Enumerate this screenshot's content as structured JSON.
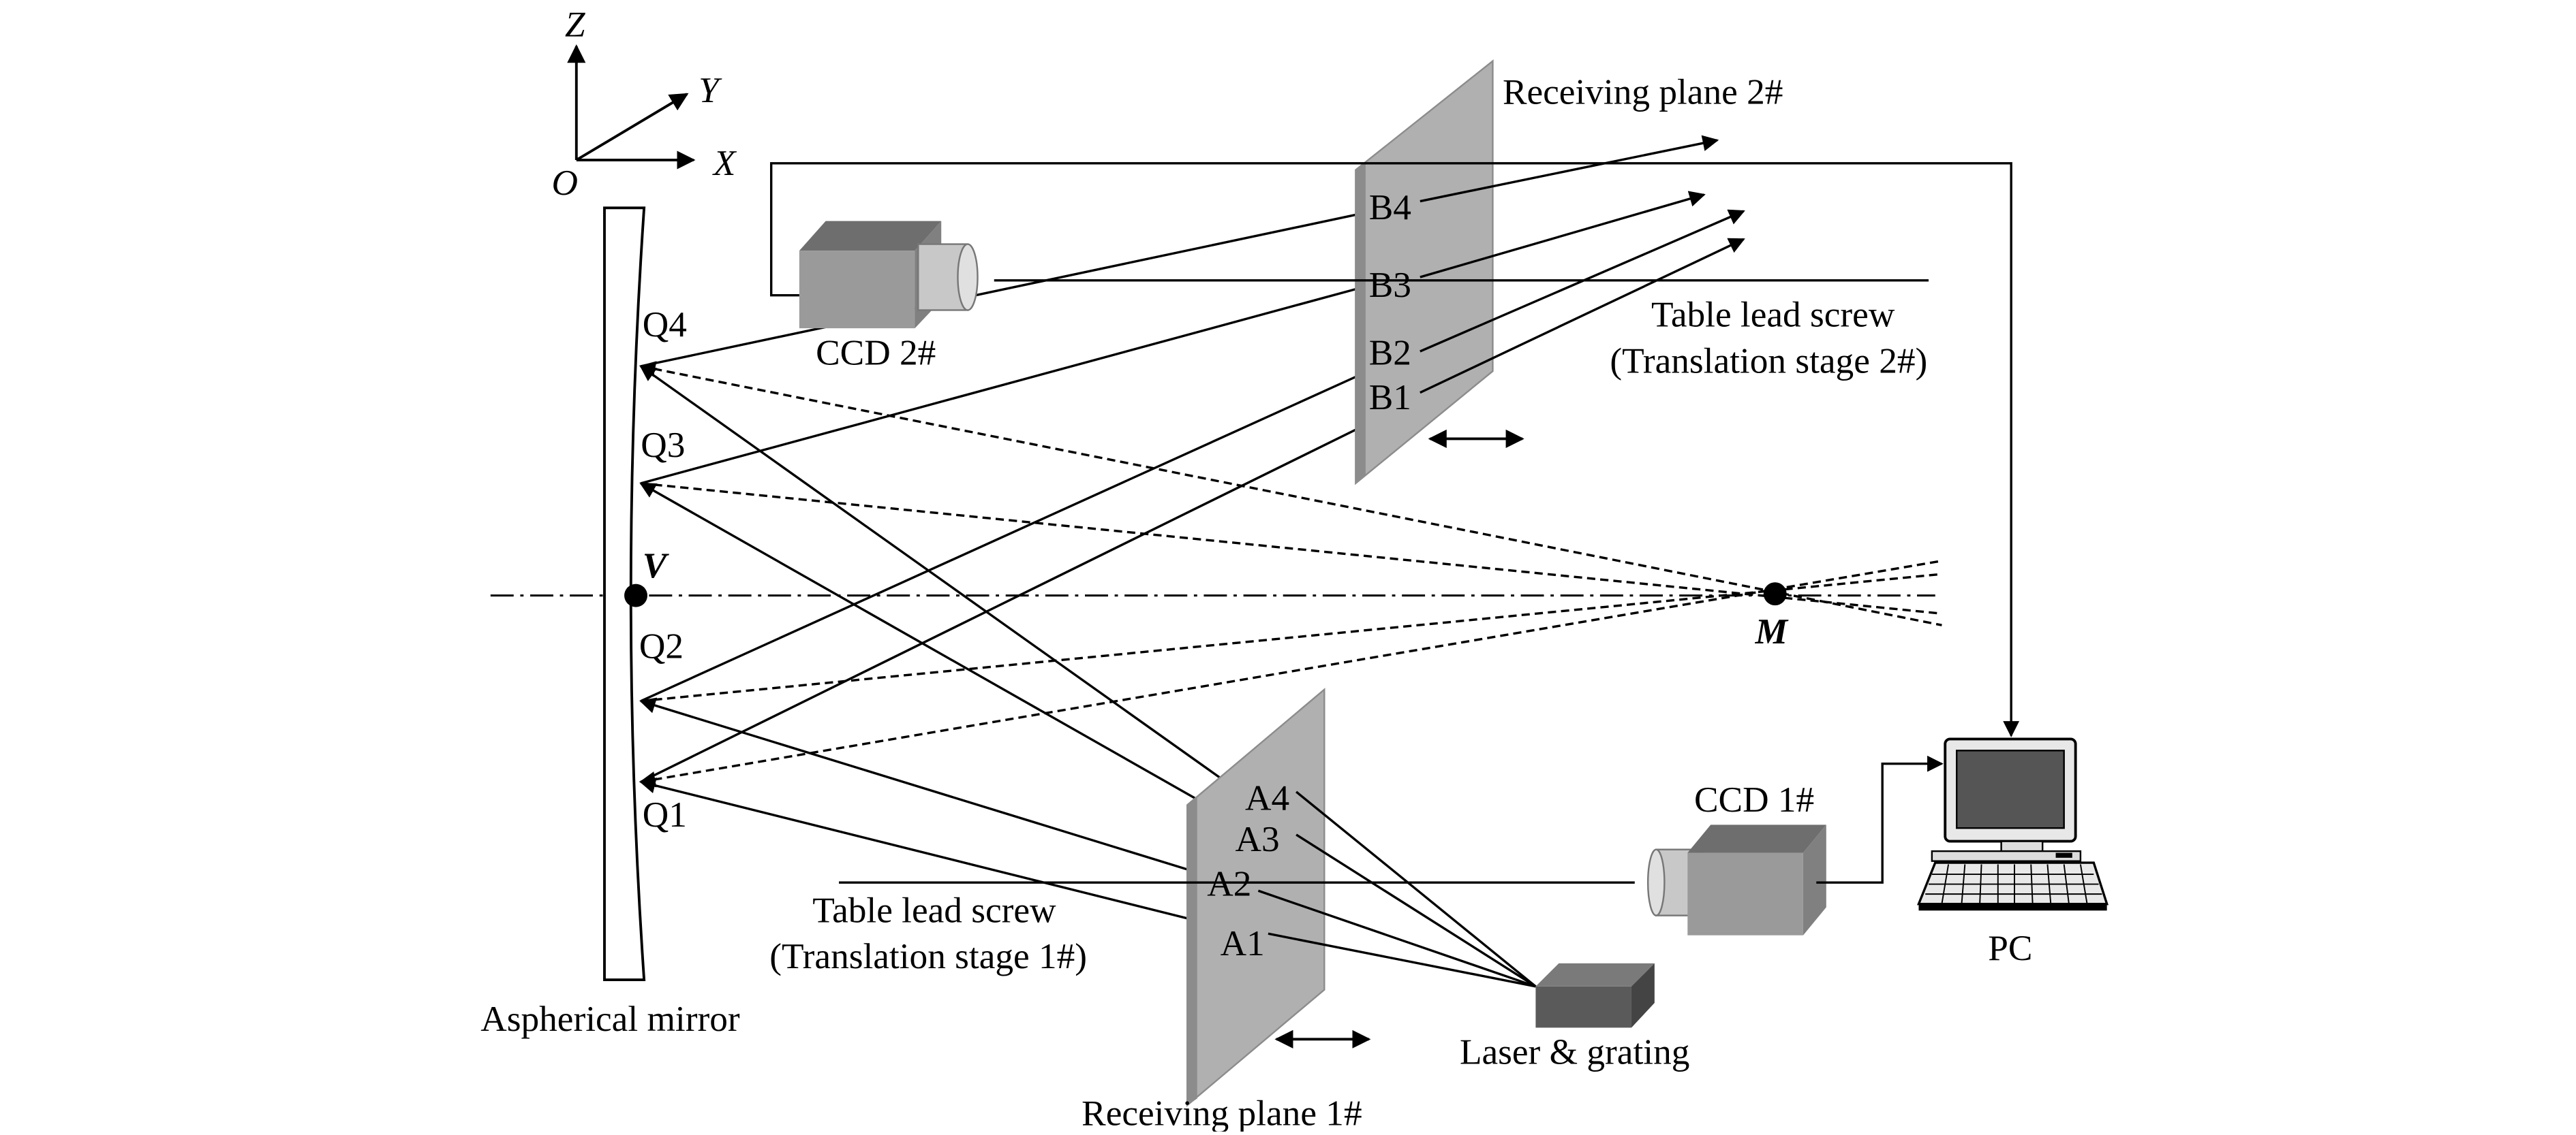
{
  "axes": {
    "z": "Z",
    "y": "Y",
    "x": "X",
    "origin": "O"
  },
  "mirror": {
    "label": "Aspherical mirror",
    "vertex": "V"
  },
  "focus": {
    "label": "M"
  },
  "points_q": [
    "Q1",
    "Q2",
    "Q3",
    "Q4"
  ],
  "plane2": {
    "label": "Receiving plane 2#",
    "points": [
      "B1",
      "B2",
      "B3",
      "B4"
    ]
  },
  "plane1": {
    "label": "Receiving plane 1#",
    "points": [
      "A1",
      "A2",
      "A3",
      "A4"
    ]
  },
  "ccd2": {
    "label": "CCD 2#"
  },
  "ccd1": {
    "label": "CCD 1#"
  },
  "screw2": {
    "line1": "Table lead screw",
    "line2": "(Translation stage 2#)"
  },
  "screw1": {
    "line1": "Table lead screw",
    "line2": "(Translation stage 1#)"
  },
  "laser": {
    "label": "Laser & grating"
  },
  "pc": {
    "label": "PC"
  },
  "colors": {
    "plane": "#b0b0b0",
    "plane_edge": "#8c8c8c",
    "ccd_body": "#9a9a9a",
    "ccd_top": "#6e6e6e",
    "laser": "#5a5a5a",
    "screen": "#555555"
  }
}
